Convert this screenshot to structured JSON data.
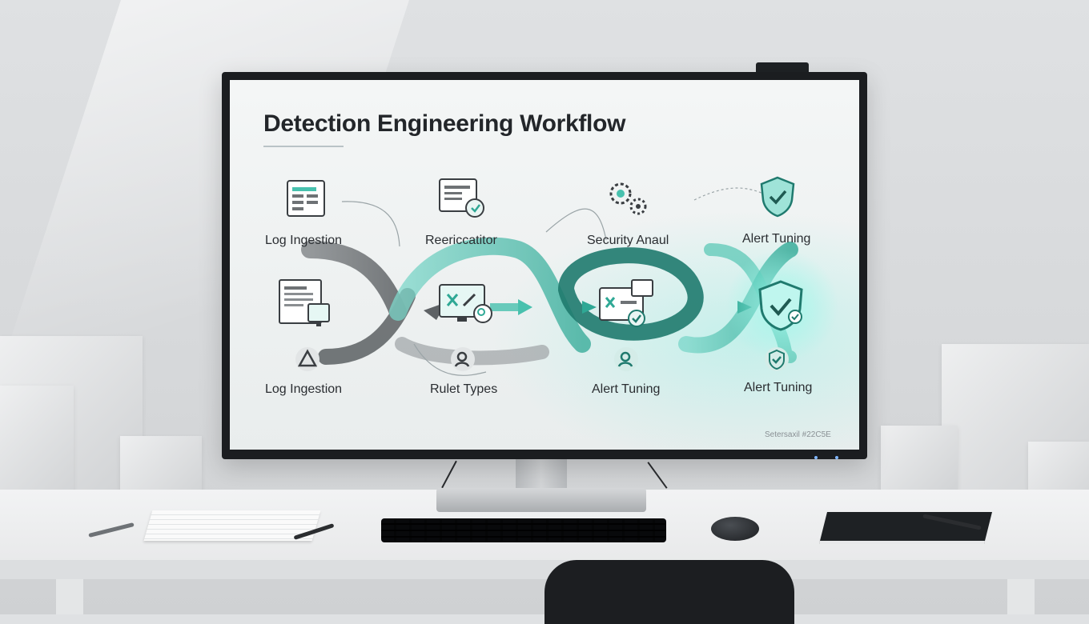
{
  "screen": {
    "title": "Detection Engineering Workflow",
    "labels_top": [
      "Log Ingestion",
      "Reericcatitor",
      "Security Anaul",
      "Alert Tuning"
    ],
    "labels_bottom": [
      "Log Ingestion",
      "Rulet Types",
      "Alert Tuning",
      "Alert Tuning"
    ],
    "footer_code": "Setersaxil #22C5E"
  },
  "colors": {
    "accent": "#3fb8a6",
    "accent_dark": "#1f7a6e",
    "gray_flow": "#6e7275",
    "screen_bg": "#eef1f1"
  },
  "icons": {
    "top": [
      "browser-window-icon",
      "document-settings-icon",
      "gears-icon",
      "shield-check-icon"
    ],
    "middle": [
      "document-monitor-icon",
      "monitor-tools-icon",
      "dashboard-check-icon",
      "glowing-shield-check-icon"
    ],
    "bottom": [
      "alert-triangle-icon",
      "user-search-icon",
      "user-search-icon",
      "check-badge-icon"
    ]
  }
}
